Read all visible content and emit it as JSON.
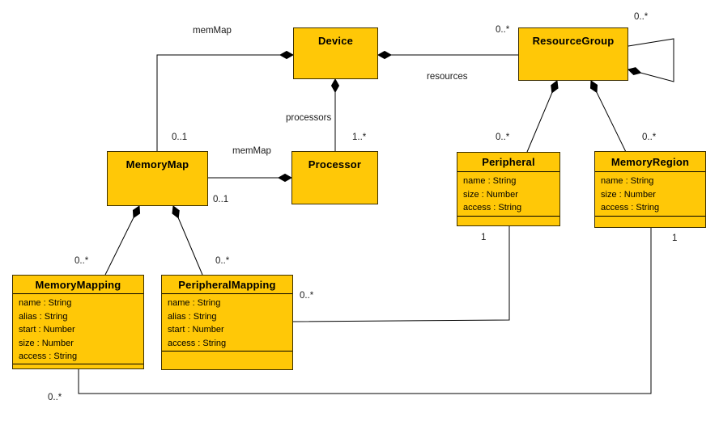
{
  "diagram": {
    "type": "uml-class-diagram",
    "style": {
      "class_fill": "#FFC807",
      "class_border": "#3d3000",
      "line_color": "#000000",
      "background": "#ffffff"
    }
  },
  "classes": {
    "device": {
      "title": "Device",
      "attributes": []
    },
    "resource_group": {
      "title": "ResourceGroup",
      "attributes": []
    },
    "memory_map": {
      "title": "MemoryMap",
      "attributes": []
    },
    "processor": {
      "title": "Processor",
      "attributes": []
    },
    "peripheral": {
      "title": "Peripheral",
      "attributes": [
        "name : String",
        "size : Number",
        "access : String"
      ]
    },
    "memory_region": {
      "title": "MemoryRegion",
      "attributes": [
        "name : String",
        "size : Number",
        "access : String"
      ]
    },
    "memory_mapping": {
      "title": "MemoryMapping",
      "attributes": [
        "name : String",
        "alias : String",
        "start : Number",
        "size : Number",
        "access : String"
      ]
    },
    "peripheral_mapping": {
      "title": "PeripheralMapping",
      "attributes": [
        "name : String",
        "alias : String",
        "start : Number",
        "access : String"
      ]
    }
  },
  "edge_labels": {
    "device_memmap_role": "memMap",
    "device_memmap_mult": "0..1",
    "device_processors_role": "processors",
    "device_processors_mult": "1..*",
    "device_resources_role": "resources",
    "device_resources_mult": "0..*",
    "resourcegroup_self_mult": "0..*",
    "processor_memmap_role": "memMap",
    "processor_memmap_mult": "0..1",
    "resourcegroup_peripheral_mult": "0..*",
    "resourcegroup_memoryregion_mult": "0..*",
    "memorymap_memorymapping_mult": "0..*",
    "memorymap_peripheralmapping_mult": "0..*",
    "peripheralmapping_peripheral_mult_src": "0..*",
    "peripheralmapping_peripheral_mult_dst": "1",
    "memorymapping_memoryregion_mult_src": "0..*",
    "memorymapping_memoryregion_mult_dst": "1"
  }
}
